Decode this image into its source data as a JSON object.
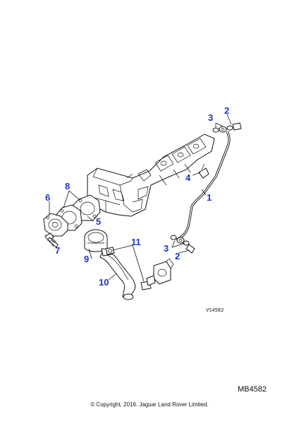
{
  "callouts": {
    "c1": "1",
    "c2a": "2",
    "c2b": "2",
    "c3a": "3",
    "c3b": "3",
    "c4": "4",
    "c5": "5",
    "c6": "6",
    "c7": "7",
    "c8": "8",
    "c9": "9",
    "c10": "10",
    "c11": "11"
  },
  "drawing_ref": "VS4582",
  "diagram_id": "MB4582",
  "copyright": "© Copyright, 2016. Jaguar Land Rover Limited.",
  "colors": {
    "callout": "#1a33cc",
    "line": "#111111"
  }
}
